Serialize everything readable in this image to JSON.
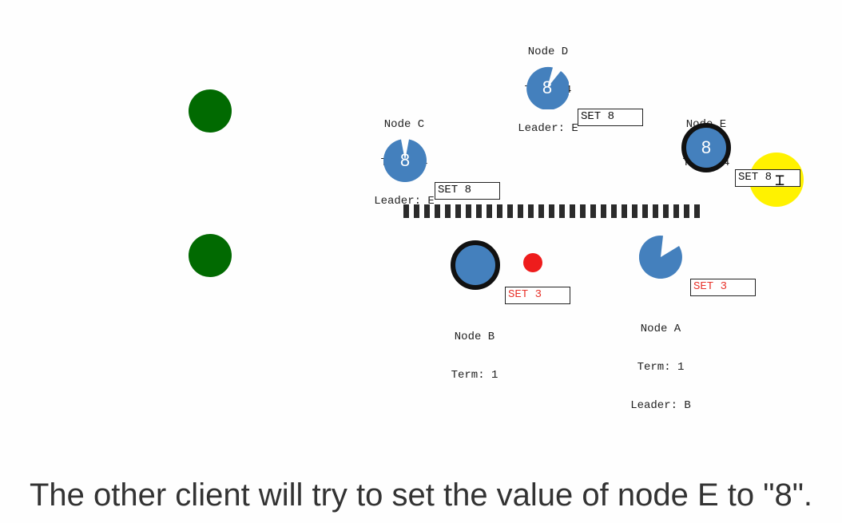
{
  "colors": {
    "client": "#016a01",
    "node": "#4480bd",
    "leader_ring": "#111111",
    "highlight": "#fff200",
    "uncommitted_dot": "#ee1c1c"
  },
  "nodes": {
    "a": {
      "name": "Node A",
      "term": "Term: 1",
      "leader": "Leader: B",
      "value": ""
    },
    "b": {
      "name": "Node B",
      "term": "Term: 1",
      "value": ""
    },
    "c": {
      "name": "Node C",
      "term": "Term: 4",
      "leader": "Leader: E",
      "value": "8"
    },
    "d": {
      "name": "Node D",
      "term": "Term: 4",
      "leader": "Leader: E",
      "value": "8"
    },
    "e": {
      "name": "Node E",
      "term": "Term: 4",
      "value": "8"
    }
  },
  "messages": {
    "to_c": "SET 8",
    "to_d": "SET 8",
    "to_e": "SET 8",
    "to_b": "SET 3",
    "to_a": "SET 3"
  },
  "icons": {
    "cursor": "text-cursor-icon"
  },
  "caption": "The other client will try to set the value of node E to \"8\"."
}
